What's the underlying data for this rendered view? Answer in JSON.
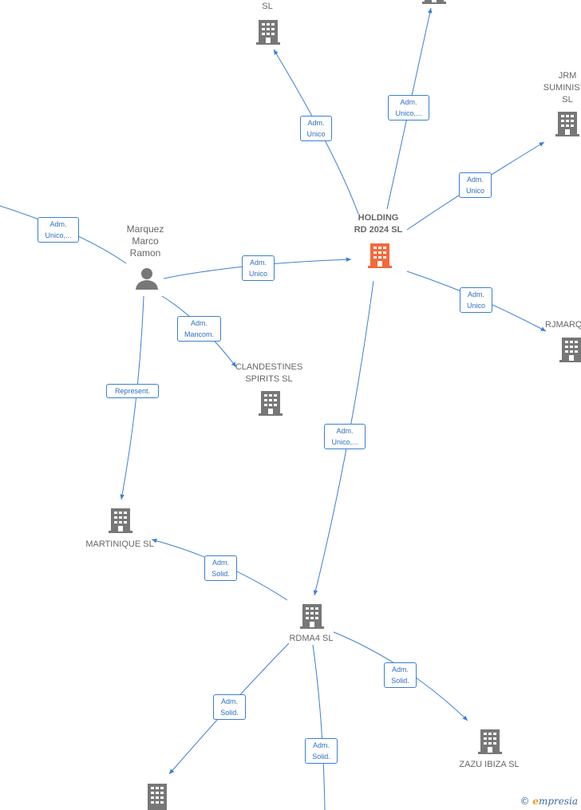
{
  "nodes": {
    "top_sl": {
      "label": "SL"
    },
    "jrm": {
      "label_lines": [
        "JRM",
        "SUMINISTR",
        "SL"
      ]
    },
    "holding": {
      "label_lines": [
        "HOLDING",
        "RD 2024  SL"
      ]
    },
    "marquez": {
      "label_lines": [
        "Marquez",
        "Marco",
        "Ramon"
      ]
    },
    "rjmarq": {
      "label": "RJMARQ"
    },
    "clandestines": {
      "label_lines": [
        "CLANDESTINES",
        "SPIRITS  SL"
      ]
    },
    "martinique": {
      "label": "MARTINIQUE  SL"
    },
    "rdma4": {
      "label": "RDMA4  SL"
    },
    "zazu": {
      "label": "ZAZU IBIZA  SL"
    }
  },
  "edges": {
    "e1": {
      "lines": [
        "Adm.",
        "Unico"
      ]
    },
    "e2": {
      "lines": [
        "Adm.",
        "Unico,..."
      ]
    },
    "e3": {
      "lines": [
        "Adm.",
        "Unico"
      ]
    },
    "e4": {
      "lines": [
        "Adm.",
        "Unico,..."
      ]
    },
    "e5": {
      "lines": [
        "Adm.",
        "Unico"
      ]
    },
    "e6": {
      "lines": [
        "Adm.",
        "Unico"
      ]
    },
    "e7": {
      "lines": [
        "Adm.",
        "Mancom."
      ]
    },
    "e8": {
      "lines": [
        "Represent."
      ]
    },
    "e9": {
      "lines": [
        "Adm.",
        "Unico,..."
      ]
    },
    "e10": {
      "lines": [
        "Adm.",
        "Solid."
      ]
    },
    "e11": {
      "lines": [
        "Adm.",
        "Solid."
      ]
    },
    "e12": {
      "lines": [
        "Adm.",
        "Solid."
      ]
    },
    "e13": {
      "lines": [
        "Adm.",
        "Solid."
      ]
    }
  },
  "colors": {
    "edge": "#3a7fd5",
    "node_gray": "#777777",
    "node_main": "#f26a3a"
  },
  "watermark": {
    "copyright": "©",
    "brand_initial": "e",
    "brand_rest": "mpresia"
  }
}
